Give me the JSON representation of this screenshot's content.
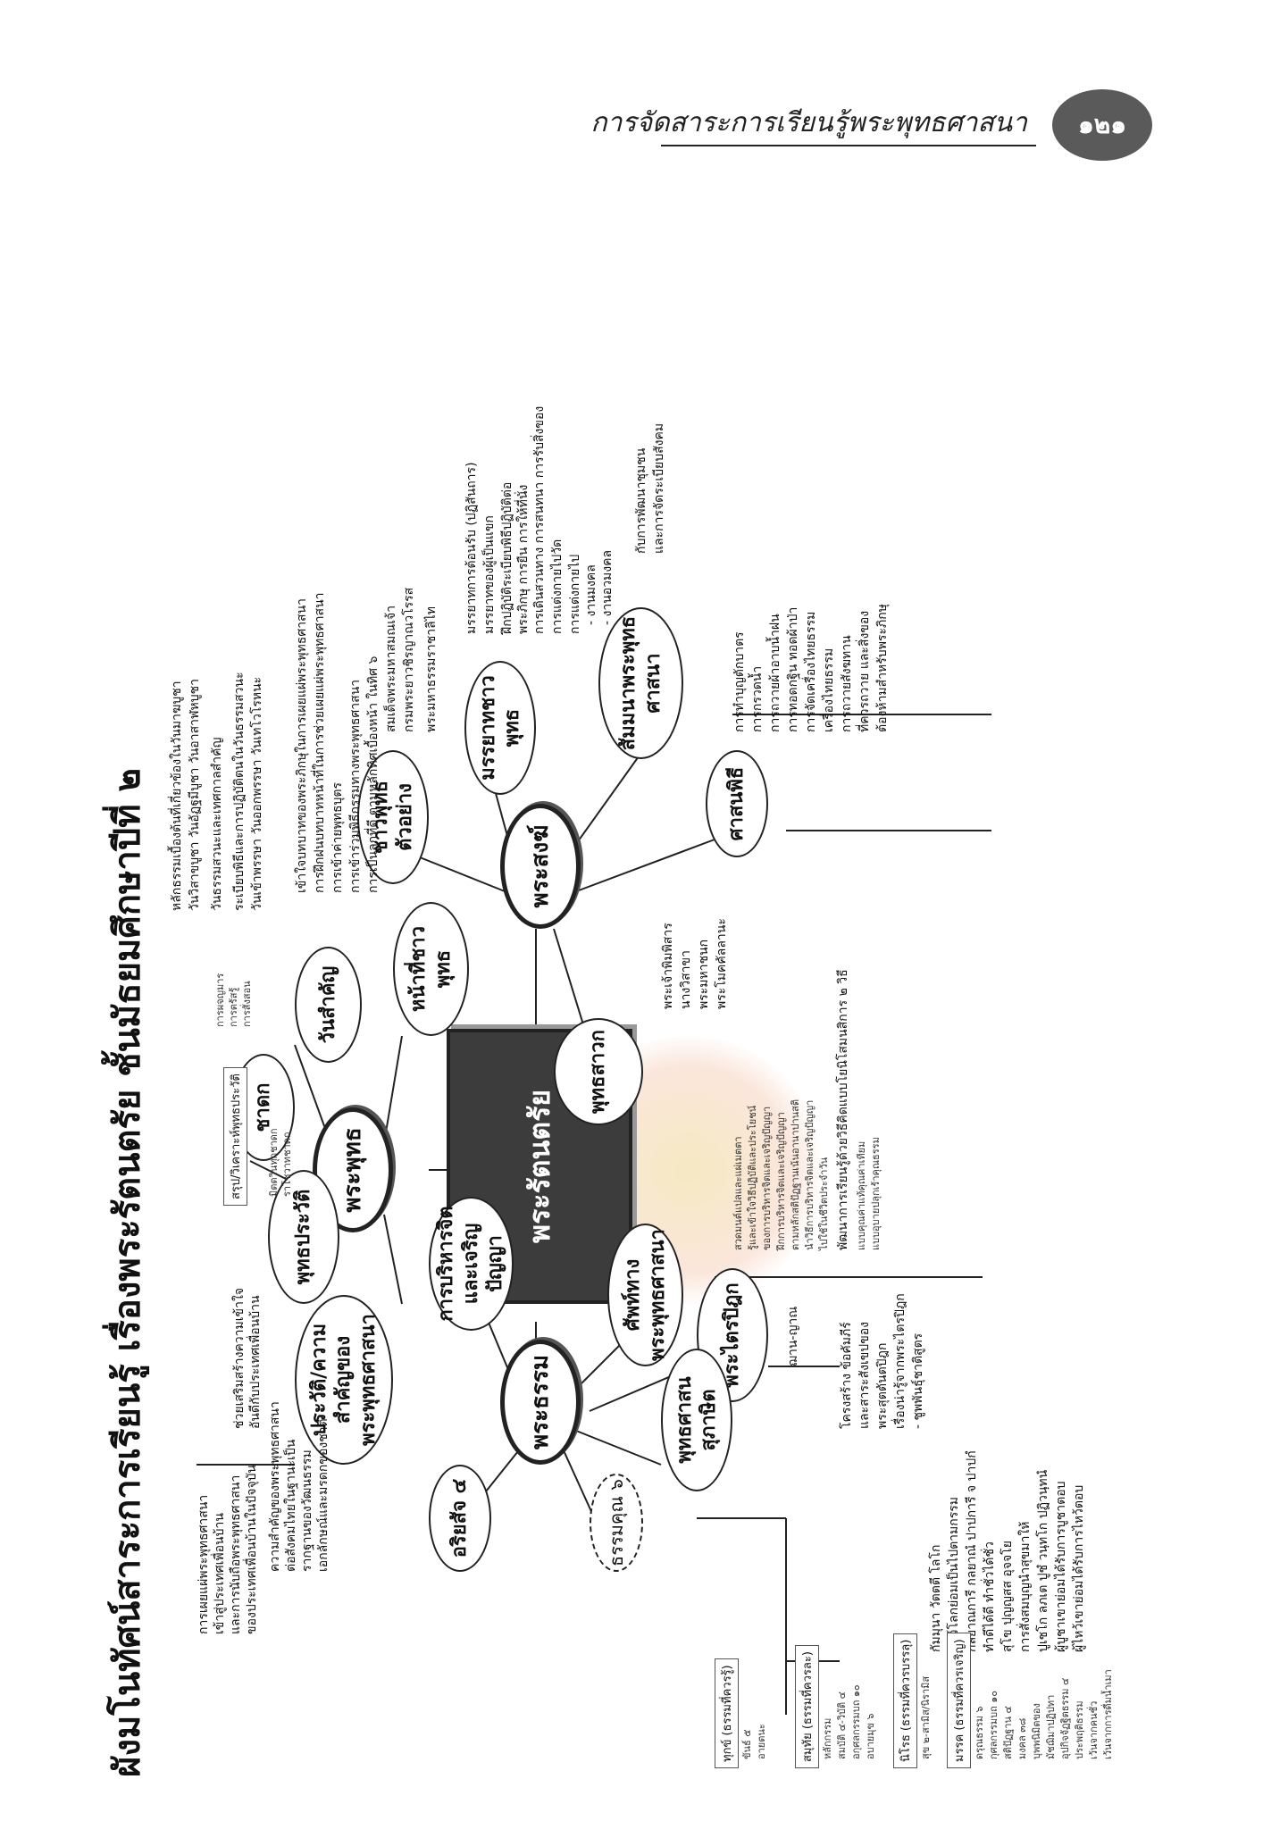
{
  "header": {
    "title": "การจัดสาระการเรียนรู้พระพุทธศาสนา",
    "page_number": "๑๒๑"
  },
  "diagram": {
    "title": "ผังมโนทัศน์สาระการเรียนรู้ เรื่องพระรัตนตรัย ชั้นมัธยมศึกษาปีที่ ๒",
    "center": "พระรัตนตรัย",
    "buddha": {
      "label": "พระพุทธ",
      "children": [
        "พุทธประวัติ",
        "ชาดก",
        "วันสำคัญ",
        "หน้าที่ชาวพุทธ",
        "ประวัติ/ความสำคัญของพระพุทธศาสนา"
      ],
      "history_items": [
        "ช่วยเสริมสร้างความเข้าใจ",
        "อันดีกับประเทศเพื่อนบ้าน",
        "การเผยแผ่พระพุทธศาสนา",
        "เข้าสู่ประเทศเพื่อนบ้าน",
        "และการนับถือพระพุทธศาสนา",
        "ของประเทศเพื่อนบ้านในปัจจุบัน",
        "ความสำคัญของพระพุทธศาสนา",
        "ต่อสังคมไทยในฐานะเป็น",
        "รากฐานของวัฒนธรรม",
        "เอกลักษณ์และมรดกของชาติ"
      ],
      "biography_box": "สรุป/วิเคราะห์พุทธประวัติ",
      "biography_items": [
        "การผจญมาร",
        "การตรัสรู้",
        "การสั่งสอน"
      ],
      "jataka_items": [
        "มิตตวินทุกชาดก",
        "ราโชวาทชาดก"
      ],
      "holidays_items": [
        "หลักธรรมเบื้องต้นที่เกี่ยวข้องในวันมาฆบูชา",
        "วันวิสาขบูชา วันอัฏฐมีบูชา วันอาสาฬหบูชา",
        "วันธรรมสวนะและเทศกาลสำคัญ",
        "ระเบียบพิธีและการปฏิบัติตนในวันธรรมสวนะ",
        "วันเข้าพรรษา วันออกพรรษา วันเทโวโรหนะ"
      ],
      "duties_items": [
        "เข้าใจบทบาทของพระภิกษุในการเผยแผ่พระพุทธศาสนา",
        "การฝึกฝนบทบาทหน้าที่ในการช่วยเผยแผ่พระพุทธศาสนา",
        "การเข้าค่ายพุทธบุตร",
        "การเข้าร่วมพิธีกรรมทางพระพุทธศาสนา",
        "การเป็นลูกที่ดี ตามหลักทิศเบื้องหน้า ในทิศ ๖"
      ]
    },
    "sangha": {
      "label": "พระสงฆ์",
      "children": [
        "ชาวพุทธตัวอย่าง",
        "มรรยาทชาวพุทธ",
        "สัมมนาพระพุทธศาสนา",
        "ศาสนพิธี",
        "พุทธสาวก"
      ],
      "example_items": [
        "สมเด็จพระมหาสมณเจ้า",
        "กรมพระยาวชิรญาณวโรรส",
        "พระมหาธรรมราชาลิไท"
      ],
      "manners_items": [
        "มรรยาทการต้อนรับ (ปฏิสันถาร)",
        "มรรยาทของผู้เป็นแขก",
        "ฝึกปฏิบัติระเบียบพิธีปฏิบัติต่อ",
        "พระภิกษุ การยืน การให้ที่นั่ง",
        "การเดินสวนทาง การสนทนา การรับสิ่งของ",
        "การแต่งกายไปวัด",
        "การแต่งกายไป",
        "- งานมงคล",
        "- งานอวมงคล"
      ],
      "seminar_items": [
        "กับการพัฒนาชุมชน",
        "และการจัดระเบียบสังคม"
      ],
      "ceremony_items": [
        "การทำบุญตักบาตร",
        "การกรวดน้ำ",
        "การถวายผ้าอาบน้ำฝน",
        "การทอดกฐิน ทอดผ้าป่า",
        "การจัดเครื่องไทยธรรม",
        "เครื่องไทยธรรม",
        "การถวายสังฆทาน",
        "ที่ควรถวาย และสิ่งของ",
        "ต้องห้ามสำหรับพระภิกษุ"
      ],
      "disciple_items": [
        "พระเจ้าพิมพิสาร",
        "นางวิสาขา",
        "พระมหาชนก",
        "พระโมคคัลลานะ"
      ]
    },
    "dhamma": {
      "label": "พระธรรม",
      "children": [
        "การบริหารจิตและเจริญปัญญา",
        "ศัพท์ทางพระพุทธศาสนา",
        "พระไตรปิฎก",
        "พุทธศาสนสุภาษิต",
        "ธรรมคุณ ๖",
        "อริยสัจ ๔"
      ],
      "meditation_items": [
        "สวดมนต์แปลและแผ่เมตตา",
        "รู้และเข้าใจวิธีปฏิบัติและประโยชน์",
        "ของการบริหารจิตและเจริญปัญญา",
        "ฝึกการบริหารจิตและเจริญปัญญา",
        "ตามหลักสติปัฏฐานเน้นอานาปานสติ",
        "นำวิธีการบริหารจิตและเจริญปัญญา",
        "ไปใช้ในชีวิตประจำวัน",
        "พัฒนาการเรียนรู้ด้วยวิธีคิดแบบโยนิโสมนสิการ ๒ วิธี",
        "แบบคุณค่าแท้คุณค่าเทียม",
        "แบบอุบายปลุกเร้าคุณธรรม"
      ],
      "vocab_items": [
        "ฌาน-ญาณ"
      ],
      "tipitaka_items": [
        "โครงสร้าง ข้อคัมภีร์",
        "และสาระสังเขปของ",
        "พระสุตตันตปิฎก",
        "เรื่องน่ารู้จากพระไตรปิฎก",
        "- ชูพพันธุ์ชาติสูตร"
      ],
      "proverb_items": [
        "กัมมุนา วัตตตี โลโก",
        "สัตว์โลกย่อมเป็นไปตามกรรม",
        "กลยาณการี กลยาณํ ปาปการี จ ปาปกํ",
        "ทำดีได้ดี ทำชั่วได้ชั่ว",
        "สุโข ปุญญสส อุจจโย",
        "การสั่งสมบุญนำสุขมาให้",
        "ปูเชโก ลภเต ปูชํ วนฺทโก ปฏิวนฺทนํ",
        "ผู้บูชาเขาย่อมได้รับการบูชาตอบ",
        "ผู้ไหว้เขาย่อมได้รับการไหว้ตอบ"
      ],
      "truths": [
        {
          "box": "ทุกข์ (ธรรมที่ควรรู้)",
          "items": [
            "ขันธ์ ๕",
            "อายตนะ"
          ]
        },
        {
          "box": "สมุทัย (ธรรมที่ควรละ)",
          "items": [
            "หลักกรรม",
            "สมบัติ ๔-วิบัติ ๔",
            "อกุศลกรรมบถ ๑๐",
            "อบายมุข ๖"
          ]
        },
        {
          "box": "นิโรธ (ธรรมที่ควรบรรลุ)",
          "items": [
            "สุข ๒-สามิส/นิรามิส"
          ]
        },
        {
          "box": "มรรค (ธรรมที่ควรเจริญ)",
          "items": [
            "ดรุณธรรม ๖",
            "กุศลกรรมบถ ๑๐",
            "สติปัฏฐาน ๔",
            "มงคล ๓๘",
            "บุพพนิมิตของ",
            "มัชฌิมาปฏิปทา",
            "อุปกิจจัฏฐิตธรรม ๔",
            "ประพฤติธรรม",
            "เว้นจากคนชั่ว",
            "เว้นจากการดื่มน้ำเมา"
          ]
        }
      ]
    }
  },
  "colors": {
    "center_fill": "#3c3c3c",
    "badge": "#5a5a5a",
    "line": "#222222"
  }
}
